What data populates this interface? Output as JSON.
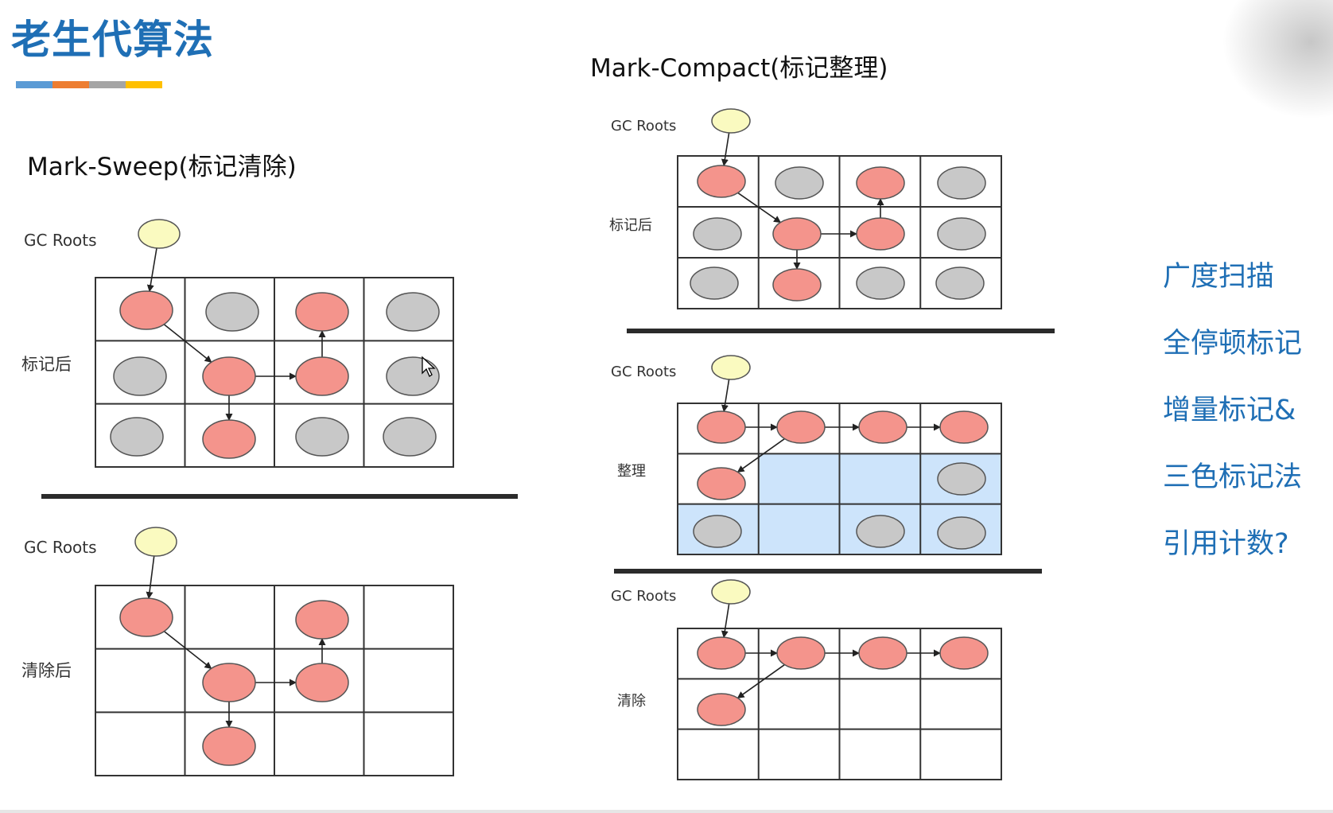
{
  "page_title": "老生代算法",
  "title_bar_colors": [
    "#5b9bd5",
    "#ed7d31",
    "#a5a5a5",
    "#ffc000"
  ],
  "mark_sweep": {
    "title": "Mark-Sweep(标记清除)",
    "panels": [
      {
        "roots_label": "GC Roots",
        "row_label": "标记后"
      },
      {
        "roots_label": "GC Roots",
        "row_label": "清除后"
      }
    ]
  },
  "mark_compact": {
    "title": "Mark-Compact(标记整理)",
    "panels": [
      {
        "roots_label": "GC Roots",
        "row_label": "标记后"
      },
      {
        "roots_label": "GC Roots",
        "row_label": "整理"
      },
      {
        "roots_label": "GC Roots",
        "row_label": "清除"
      }
    ]
  },
  "side_notes": [
    "广度扫描",
    "全停顿标记",
    "增量标记&",
    "三色标记法",
    "引用计数?"
  ],
  "colors": {
    "heading_blue": "#1f6fb5",
    "live_object": "#f4948c",
    "dead_object": "#c8c8c8",
    "root_node": "#fafac0",
    "compact_area": "#cde4fb",
    "separator": "#2b2b2b"
  },
  "icon_names": [
    "arrow-icon",
    "mouse-cursor-icon"
  ]
}
